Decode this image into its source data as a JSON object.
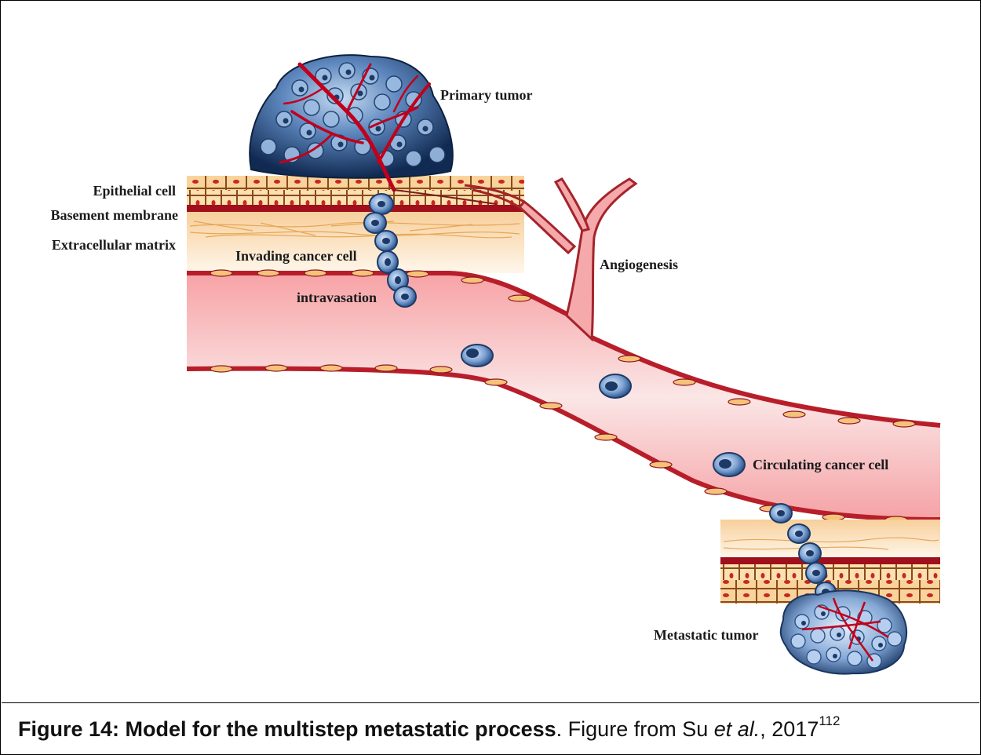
{
  "diagram": {
    "labels": {
      "primary_tumor": "Primary tumor",
      "epithelial_cell": "Epithelial cell",
      "basement_membrane": "Basement membrane",
      "extracellular_matrix": "Extracellular matrix",
      "invading_cancer_cell": "Invading cancer cell",
      "intravasation": "intravasation",
      "angiogenesis": "Angiogenesis",
      "circulating_cancer_cell": "Circulating cancer cell",
      "metastatic_tumor": "Metastatic tumor"
    },
    "colors": {
      "tumor_dark": "#1d3a66",
      "tumor_light": "#9dbde3",
      "vessel_red": "#c0001c",
      "vessel_lumen": "#f6b9bb",
      "epithelium_fill": "#f8d39a",
      "membrane": "#a0101c",
      "matrix": "#f9e0bf"
    }
  },
  "caption": {
    "title": "Figure 14: Model for the multistep metastatic process",
    "sep": ".",
    "text_before": " Figure from Su ",
    "italic": "et al.",
    "text_after": ", 2017",
    "ref": "112"
  }
}
